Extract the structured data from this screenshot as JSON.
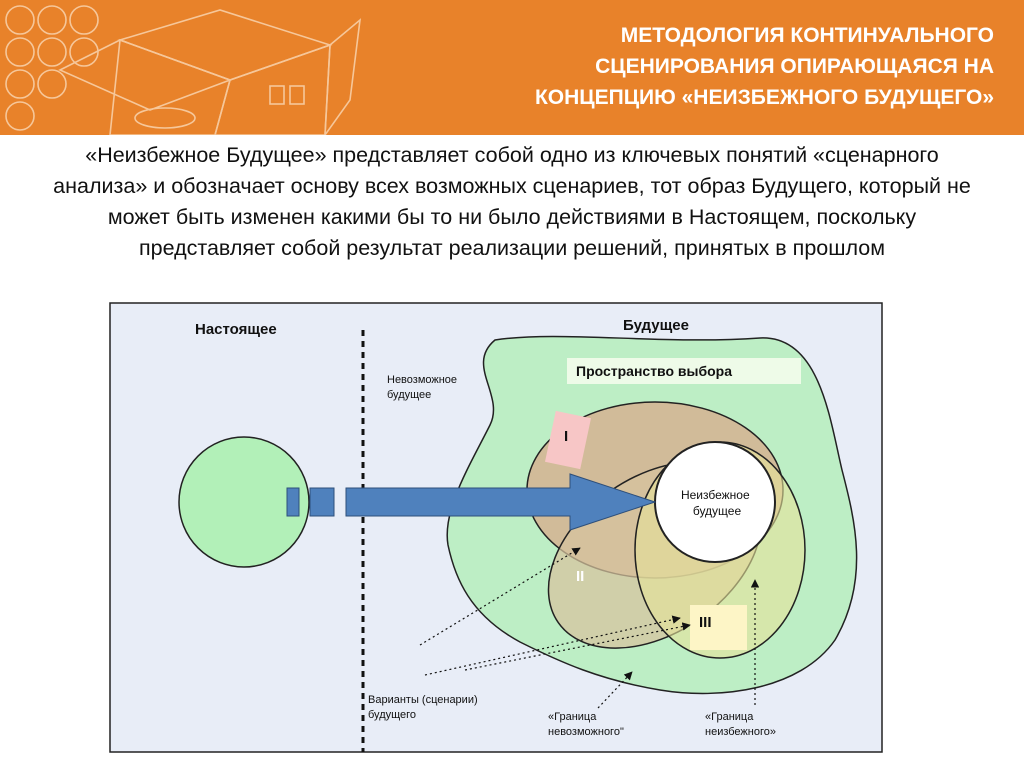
{
  "header": {
    "title": "МЕТОДОЛОГИЯ КОНТИНУАЛЬНОГО\nСЦЕНИРОВАНИЯ ОПИРАЮЩАЯСЯ НА\nКОНЦЕПЦИЮ «НЕИЗБЕЖНОГО БУДУЩЕГО»",
    "background_color": "#e8822a"
  },
  "intro": {
    "text": "«Неизбежное Будущее» представляет собой одно из ключевых понятий «сценарного анализа» и обозначает основу всех возможных сценариев, тот образ Будущего, который не может быть изменен какими бы то ни было действиями в Настоящем, поскольку представляет собой результат реализации решений, принятых в прошлом"
  },
  "diagram": {
    "present_label": "Настоящее",
    "future_label": "Будущее",
    "impossible_future_label": "Невозможное\nбудущее",
    "choice_space_label": "Пространство выбора",
    "scenario_1_label": "I",
    "scenario_2_label": "II",
    "scenario_3_label": "III",
    "inevitable_future_label": "Неизбежное\nбудущее",
    "variants_label": "Варианты (сценарии)\nбудущего",
    "impossible_boundary_label": "«Граница\nневозможного\"",
    "inevitable_boundary_label": "«Граница\nнеизбежного»",
    "colors": {
      "panel_background": "#e8edf7",
      "future_blob": "#bdeec5",
      "present_circle": "#b2f0b8",
      "arrow": "#4f81bd",
      "scenario_1": "#d8a888",
      "scenario_2": "#d7c39e",
      "scenario_3": "#e6e29a",
      "label_box": "#eefbe8"
    }
  }
}
